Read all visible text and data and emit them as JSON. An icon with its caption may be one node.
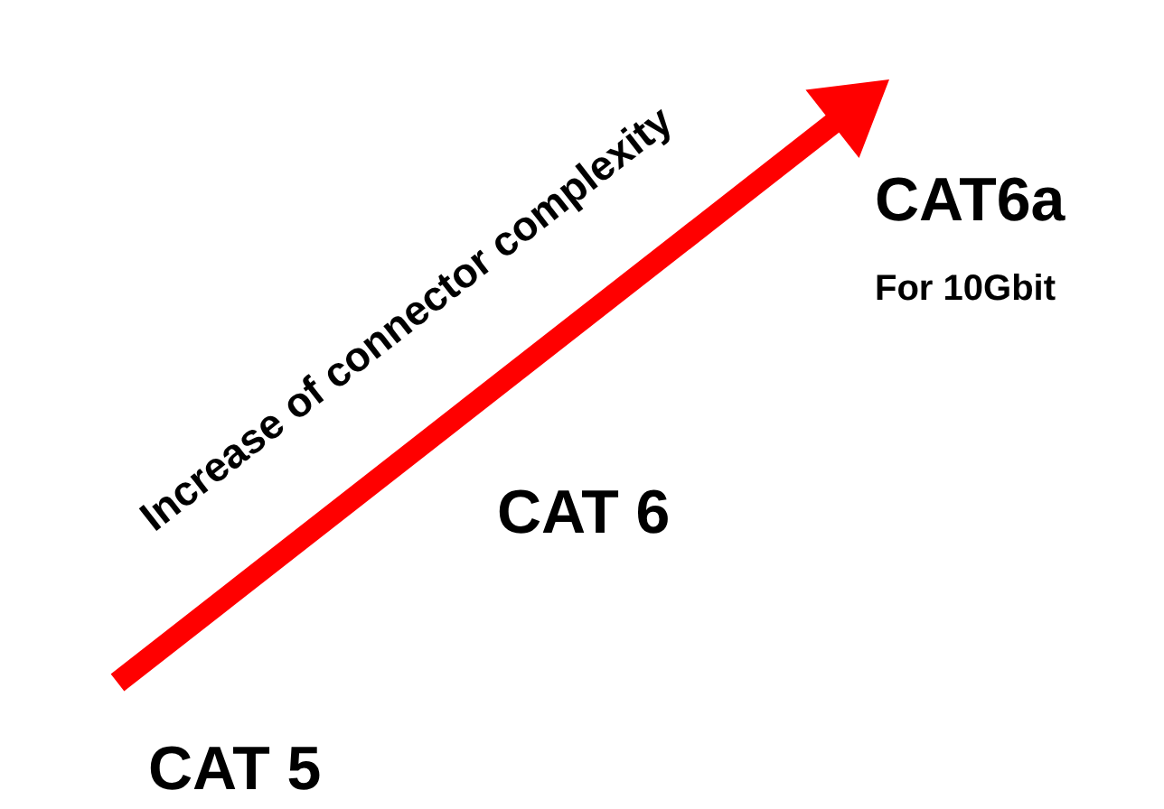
{
  "diagram": {
    "labels": [
      "Increase of connector complexity",
      "CAT6a",
      "For 10Gbit",
      "CAT 6",
      "CAT 5"
    ]
  }
}
